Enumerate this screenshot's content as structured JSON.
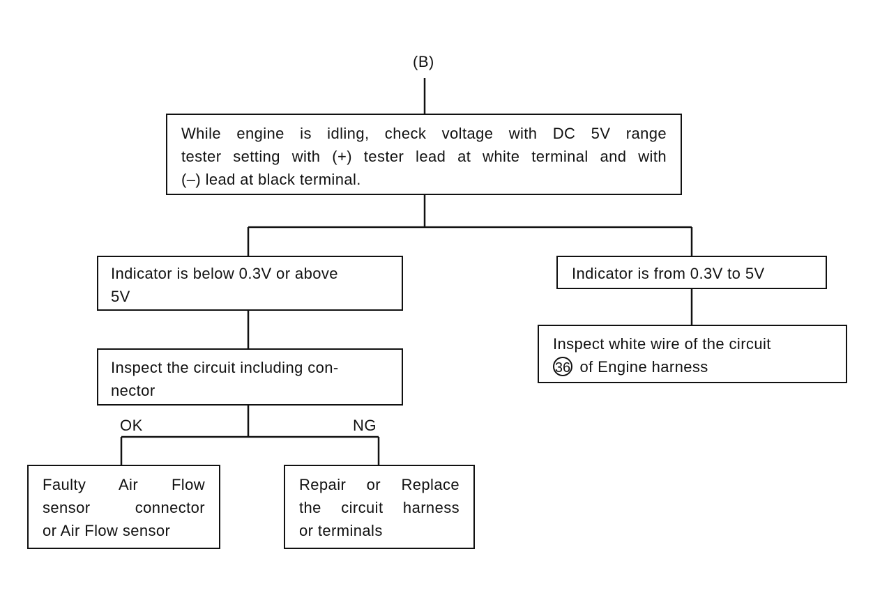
{
  "start_label": "(B)",
  "step1": {
    "lines": [
      "While engine is idling, check voltage with DC 5V range",
      "tester setting with (+) tester lead at white terminal and with",
      "(–) lead at black terminal."
    ]
  },
  "left_branch": {
    "condition": {
      "lines": [
        "Indicator is below 0.3V or above",
        "5V"
      ]
    },
    "inspect": {
      "lines": [
        "Inspect the circuit including con-",
        "nector"
      ]
    },
    "ok_label": "OK",
    "ng_label": "NG",
    "ok_result": {
      "lines": [
        "Faulty Air Flow",
        "sensor connector",
        "or Air Flow sensor"
      ]
    },
    "ng_result": {
      "lines": [
        "Repair or Replace",
        "the circuit harness",
        "or terminals"
      ]
    }
  },
  "right_branch": {
    "condition": {
      "lines": [
        "Indicator is from 0.3V to 5V"
      ]
    },
    "result": {
      "line1": "Inspect white wire of the circuit",
      "circuit_number": "36",
      "line2_rest": "of Engine harness"
    }
  }
}
